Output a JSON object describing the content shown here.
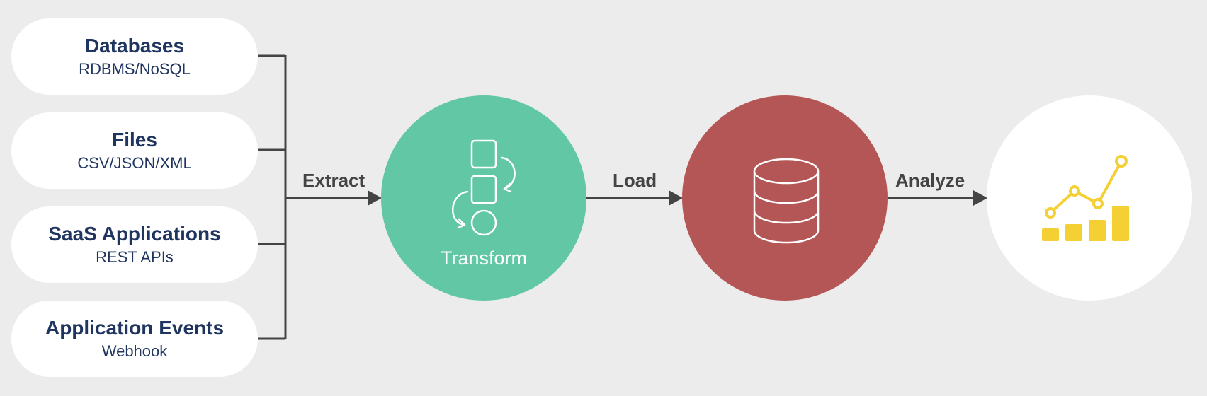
{
  "sources": [
    {
      "title": "Databases",
      "subtitle": "RDBMS/NoSQL"
    },
    {
      "title": "Files",
      "subtitle": "CSV/JSON/XML"
    },
    {
      "title": "SaaS Applications",
      "subtitle": "REST APIs"
    },
    {
      "title": "Application Events",
      "subtitle": "Webhook"
    }
  ],
  "edges": {
    "extract": "Extract",
    "load": "Load",
    "analyze": "Analyze"
  },
  "nodes": {
    "transform": {
      "label": "Transform",
      "color": "#61c7a4",
      "icon": "transform-icon"
    },
    "load": {
      "color": "#b55656",
      "icon": "database-icon"
    },
    "analyze": {
      "color": "#ffffff",
      "icon": "analytics-chart-icon"
    }
  },
  "colors": {
    "background": "#ececec",
    "source_text": "#1f3560",
    "connector": "#444444",
    "chart_yellow": "#f5d034"
  }
}
